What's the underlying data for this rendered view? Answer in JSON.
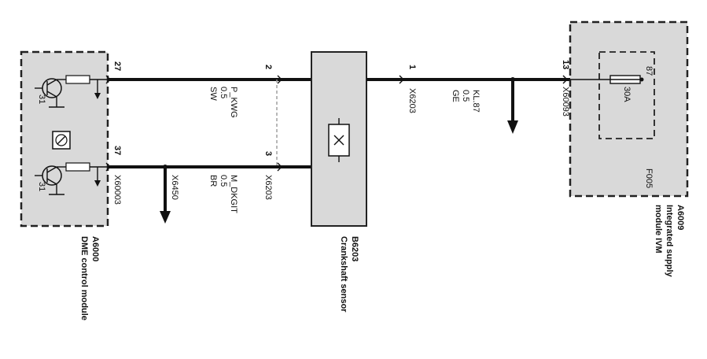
{
  "components": {
    "dme": {
      "id": "A6000",
      "name": "DME control module",
      "connector": "X60003",
      "pins": {
        "top": "27",
        "bottom": "37"
      },
      "transistor_labels": [
        "31",
        "31"
      ]
    },
    "sensor": {
      "id": "B6203",
      "name": "Crankshaft sensor",
      "connector": "X6203",
      "pins": {
        "top": "2",
        "bottom": "3",
        "supply": "1"
      }
    },
    "ivm": {
      "id": "A6009",
      "name_line1": "Integrated supply",
      "name_line2": "module IVM",
      "connector": "X60093",
      "pin": "13",
      "fuse": {
        "id": "F005",
        "rating": "30A",
        "pin": "87"
      }
    }
  },
  "wires": {
    "top_signal": {
      "name": "P_KWG",
      "size": "0.5",
      "color": "SW"
    },
    "bottom_signal": {
      "name": "M_DKGIT",
      "size": "0.5",
      "color": "BR"
    },
    "supply": {
      "name": "KL.87",
      "size": "0.5",
      "color": "GE"
    }
  },
  "connectors": {
    "sensor_side": "X6203",
    "dme_side": "X60003",
    "ground_splice": "X6450",
    "supply_sensor": "X6203",
    "supply_ivm": "X60093"
  }
}
